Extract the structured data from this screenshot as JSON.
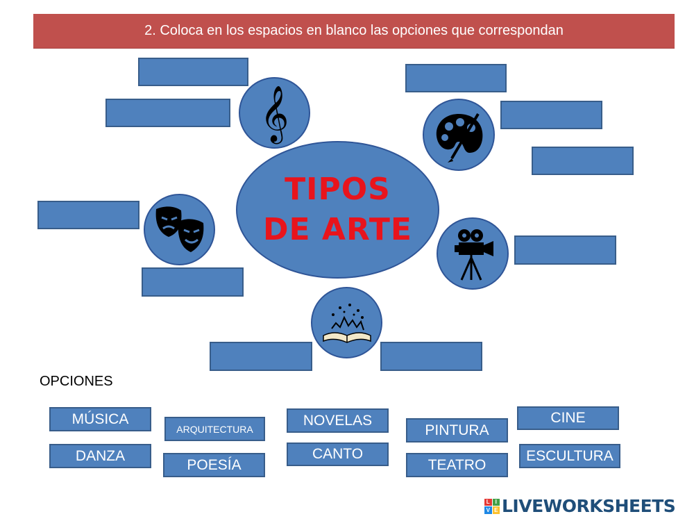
{
  "header": {
    "instruction": "2. Coloca en los espacios en blanco las opciones que correspondan"
  },
  "center": {
    "line1": "TIPOS",
    "line2": "DE ARTE"
  },
  "options_label": "OPCIONES",
  "options": [
    "MÚSICA",
    "ARQUITECTURA",
    "NOVELAS",
    "PINTURA",
    "CINE",
    "DANZA",
    "POESÍA",
    "CANTO",
    "TEATRO",
    "ESCULTURA"
  ],
  "icons": [
    "treble-clef-icon",
    "palette-icon",
    "theater-masks-icon",
    "film-camera-icon",
    "open-book-icon"
  ],
  "brand": {
    "name": "LIVEWORKSHEETS",
    "logo_letters": [
      "L",
      "I",
      "V",
      "E"
    ]
  },
  "colors": {
    "header": "#c0504d",
    "box": "#4f81bd",
    "title_text": "#e8141c"
  }
}
